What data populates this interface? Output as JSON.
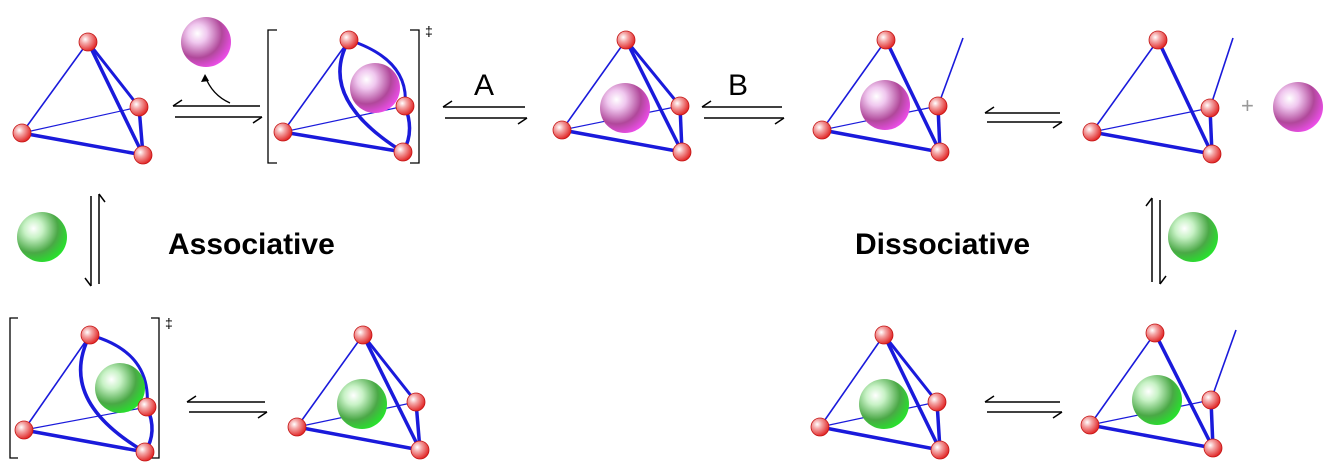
{
  "labels": {
    "associative": "Associative",
    "dissociative": "Dissociative",
    "path_a": "A",
    "path_b": "B",
    "transition_state_mark": "‡",
    "plus_sign": "+"
  },
  "colors": {
    "edge": "#1a1adb",
    "vertex": "#e8322f",
    "guest_magenta": "#e040e0",
    "guest_green": "#22dd22"
  },
  "structures": [
    {
      "id": "cage-empty-top",
      "guest": "none",
      "ligand": false,
      "transition_state": false
    },
    {
      "id": "ts-assoc-magenta",
      "guest": "magenta",
      "ligand": false,
      "transition_state": true
    },
    {
      "id": "cage-magenta-center",
      "guest": "magenta",
      "ligand": false,
      "transition_state": false
    },
    {
      "id": "cage-magenta-open",
      "guest": "magenta",
      "ligand": true,
      "transition_state": false
    },
    {
      "id": "cage-empty-open",
      "guest": "none",
      "ligand": true,
      "transition_state": false
    },
    {
      "id": "ts-assoc-green",
      "guest": "green",
      "ligand": false,
      "transition_state": true
    },
    {
      "id": "cage-green-assoc",
      "guest": "green",
      "ligand": false,
      "transition_state": false
    },
    {
      "id": "cage-green-diss",
      "guest": "green",
      "ligand": false,
      "transition_state": false
    },
    {
      "id": "cage-green-open",
      "guest": "green",
      "ligand": true,
      "transition_state": false
    }
  ]
}
